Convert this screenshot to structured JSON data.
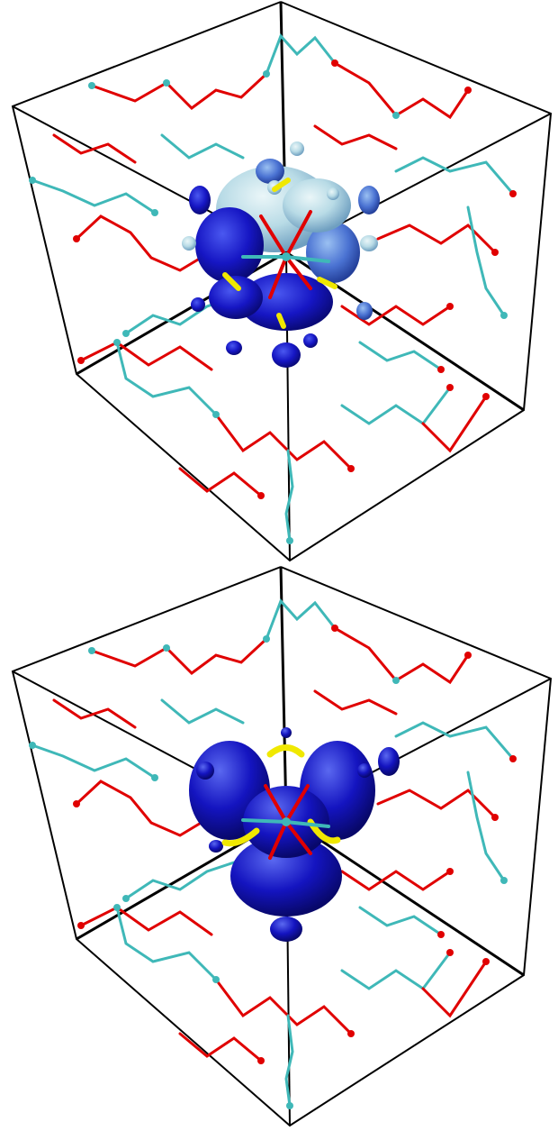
{
  "figure": {
    "panels": [
      {
        "id": "top",
        "isosurface_style": "two-tone lobes (light cyan and dark blue) around a central cluster"
      },
      {
        "id": "bottom",
        "isosurface_style": "dark blue lobes around a central cluster"
      }
    ],
    "colors": {
      "background": "#ffffff",
      "cube_edges": "#000000",
      "oxygen": "#e00000",
      "silicon": "#3fb8b8",
      "sulfur_bonds": "#f0e800",
      "isosurface_dark": "#1414c8",
      "isosurface_mid": "#3a5fd0",
      "isosurface_light": "#bcdfe8"
    }
  }
}
